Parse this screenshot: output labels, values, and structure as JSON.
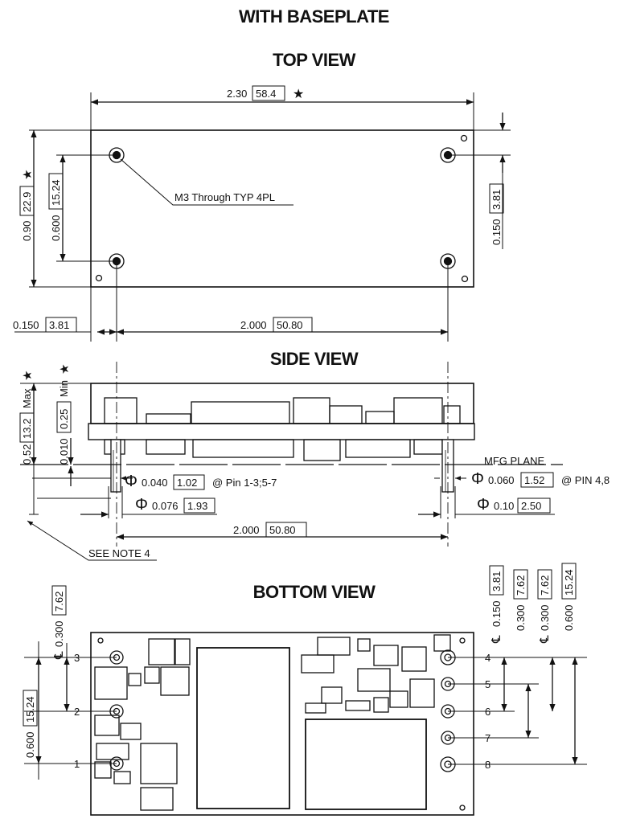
{
  "titles": {
    "with_baseplate": "WITH BASEPLATE",
    "top_view": "TOP VIEW",
    "side_view": "SIDE VIEW",
    "bottom_view": "BOTTOM VIEW"
  },
  "top": {
    "width_in": "2.30",
    "width_mm": "58.4",
    "star": "★",
    "height_in": "0.90",
    "height_mm": "22.9",
    "hole_pitch_in": "0.600",
    "hole_pitch_mm": "15.24",
    "edge_in": "0.150",
    "edge_mm": "3.81",
    "hole_note": "M3 Through TYP 4PL",
    "left_offset_in": "0.150",
    "left_offset_mm": "3.81",
    "hole_span_in": "2.000",
    "hole_span_mm": "50.80"
  },
  "side": {
    "max_in": "0.52",
    "max_mm": "13.2",
    "max_label": "Max",
    "star": "★",
    "min_in": "0.010",
    "min_mm": "0.25",
    "min_label": "Min",
    "pin_a_in": "0.040",
    "pin_a_mm": "1.02",
    "pin_a_note": "@ Pin 1-3;5-7",
    "pin_b_in": "0.060",
    "pin_b_mm": "1.52",
    "pin_b_note": "@ PIN 4,8",
    "shoulder_a_in": "0.076",
    "shoulder_a_mm": "1.93",
    "shoulder_b_in": "0.10",
    "shoulder_b_mm": "2.50",
    "mfg_plane": "MFG PLANE",
    "pin_span_in": "2.000",
    "pin_span_mm": "50.80",
    "see_note": "SEE NOTE 4",
    "dia": "Φ"
  },
  "bottom": {
    "left_dim1_in": "0.300",
    "left_dim1_mm": "7.62",
    "left_dim2_in": "0.600",
    "left_dim2_mm": "15.24",
    "cl": "℄",
    "right_dim1_in": "0.150",
    "right_dim1_mm": "3.81",
    "right_dim2_in": "0.300",
    "right_dim2_mm": "7.62",
    "right_dim3_in": "0.300",
    "right_dim3_mm": "7.62",
    "right_dim4_in": "0.600",
    "right_dim4_mm": "15.24",
    "pins_left": [
      "3",
      "2",
      "1"
    ],
    "pins_right": [
      "4",
      "5",
      "6",
      "7",
      "8"
    ]
  }
}
